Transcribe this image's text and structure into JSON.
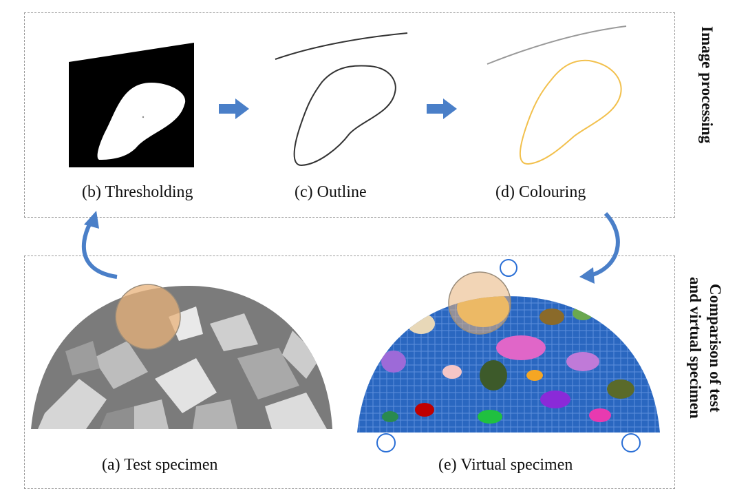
{
  "top_section": {
    "title": "Image processing",
    "steps": [
      {
        "caption": "(b) Thresholding"
      },
      {
        "caption": "(c) Outline"
      },
      {
        "caption": "(d) Colouring"
      }
    ]
  },
  "bottom_section": {
    "title_lines": [
      "Comparison of test",
      "and virtual specimen"
    ],
    "test_caption": "(a) Test specimen",
    "virtual_caption": "(e) Virtual specimen"
  },
  "colors": {
    "arrow_blue": "#4a7fc8",
    "outline_yellow": "#f2c04c",
    "specimen_blue": "#2a67c0",
    "highlight_orange": "#e8b27a",
    "support_circle": "#2a6fd6"
  }
}
